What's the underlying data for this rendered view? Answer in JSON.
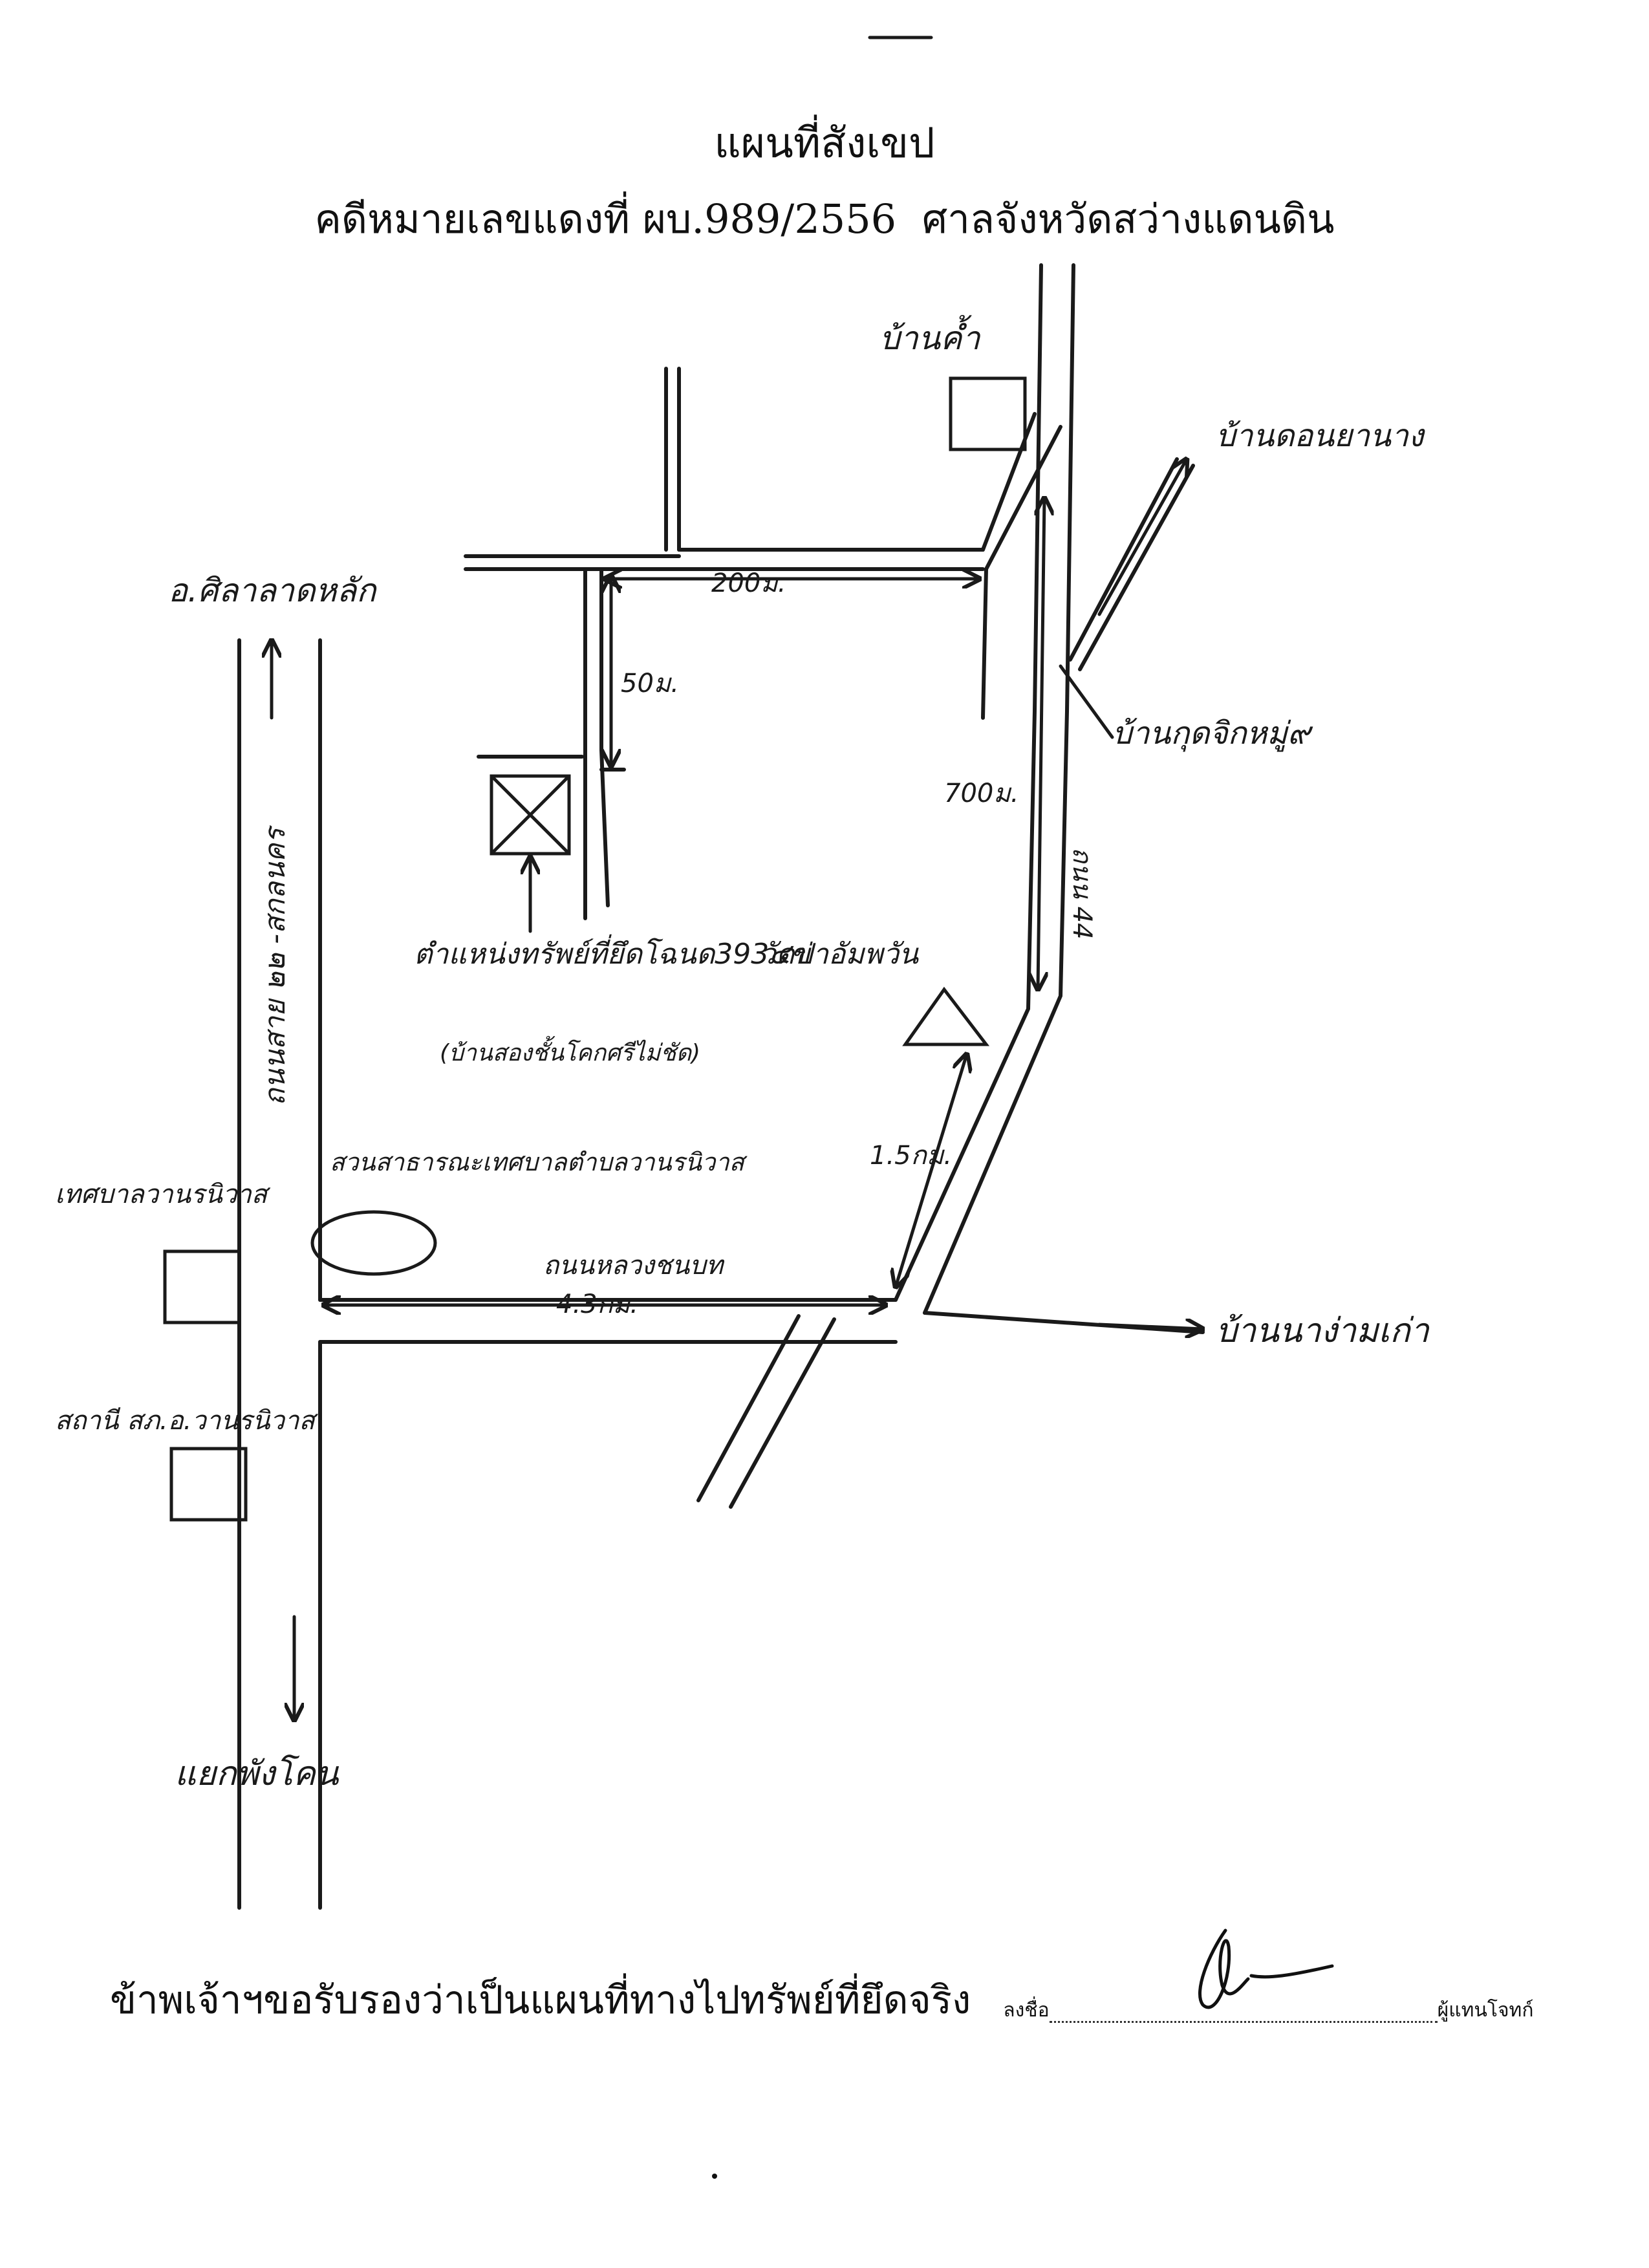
{
  "header": {
    "title": "แผนที่สังเขป",
    "case_label": "คดีหมายเลขแดงที่ ผบ.989/2556",
    "court": "ศาลจังหวัดสว่างแดนดิน"
  },
  "map": {
    "labels": {
      "north_place": "บ้านค้ำ",
      "ne_village": "บ้านดอนยานาง",
      "village_moo": "บ้านกุดจิกหมู่๙",
      "district_office": "อ.ศิลาลาดหลัก",
      "highway_vertical": "ถนนสาย ๒๒ -สกลนคร",
      "property": "ตำแหน่งทรัพย์ที่ยึดโฉนด393๔ข",
      "property_note": "(บ้านสองชั้นโคกศรีไม่ชัด)",
      "temple": "วัดป่าอัมพวัน",
      "park": "สวนสาธารณะเทศบาลตำบลวานรนิวาส",
      "municipality": "เทศบาลวานรนิวาส",
      "police": "สถานี สภ.อ.วานรนิวาส",
      "south_junction": "แยกพังโคน",
      "east_village": "บ้านนาง่ามเก่า",
      "road_name": "ถนนหลวงชนบท",
      "road_right": "ถนน 44"
    },
    "distances": {
      "top": "200ม.",
      "vertical_left": "50ม.",
      "right_vertical": "700ม.",
      "diagonal": "1.5กม.",
      "bottom": "4.3กม."
    }
  },
  "certification": {
    "statement": "ข้าพเจ้าฯขอรับรองว่าเป็นแผนที่ทางไปทรัพย์ที่ยึดจริง",
    "sign_label": "ลงชื่อ",
    "role": "ผู้แทนโจทก์"
  }
}
